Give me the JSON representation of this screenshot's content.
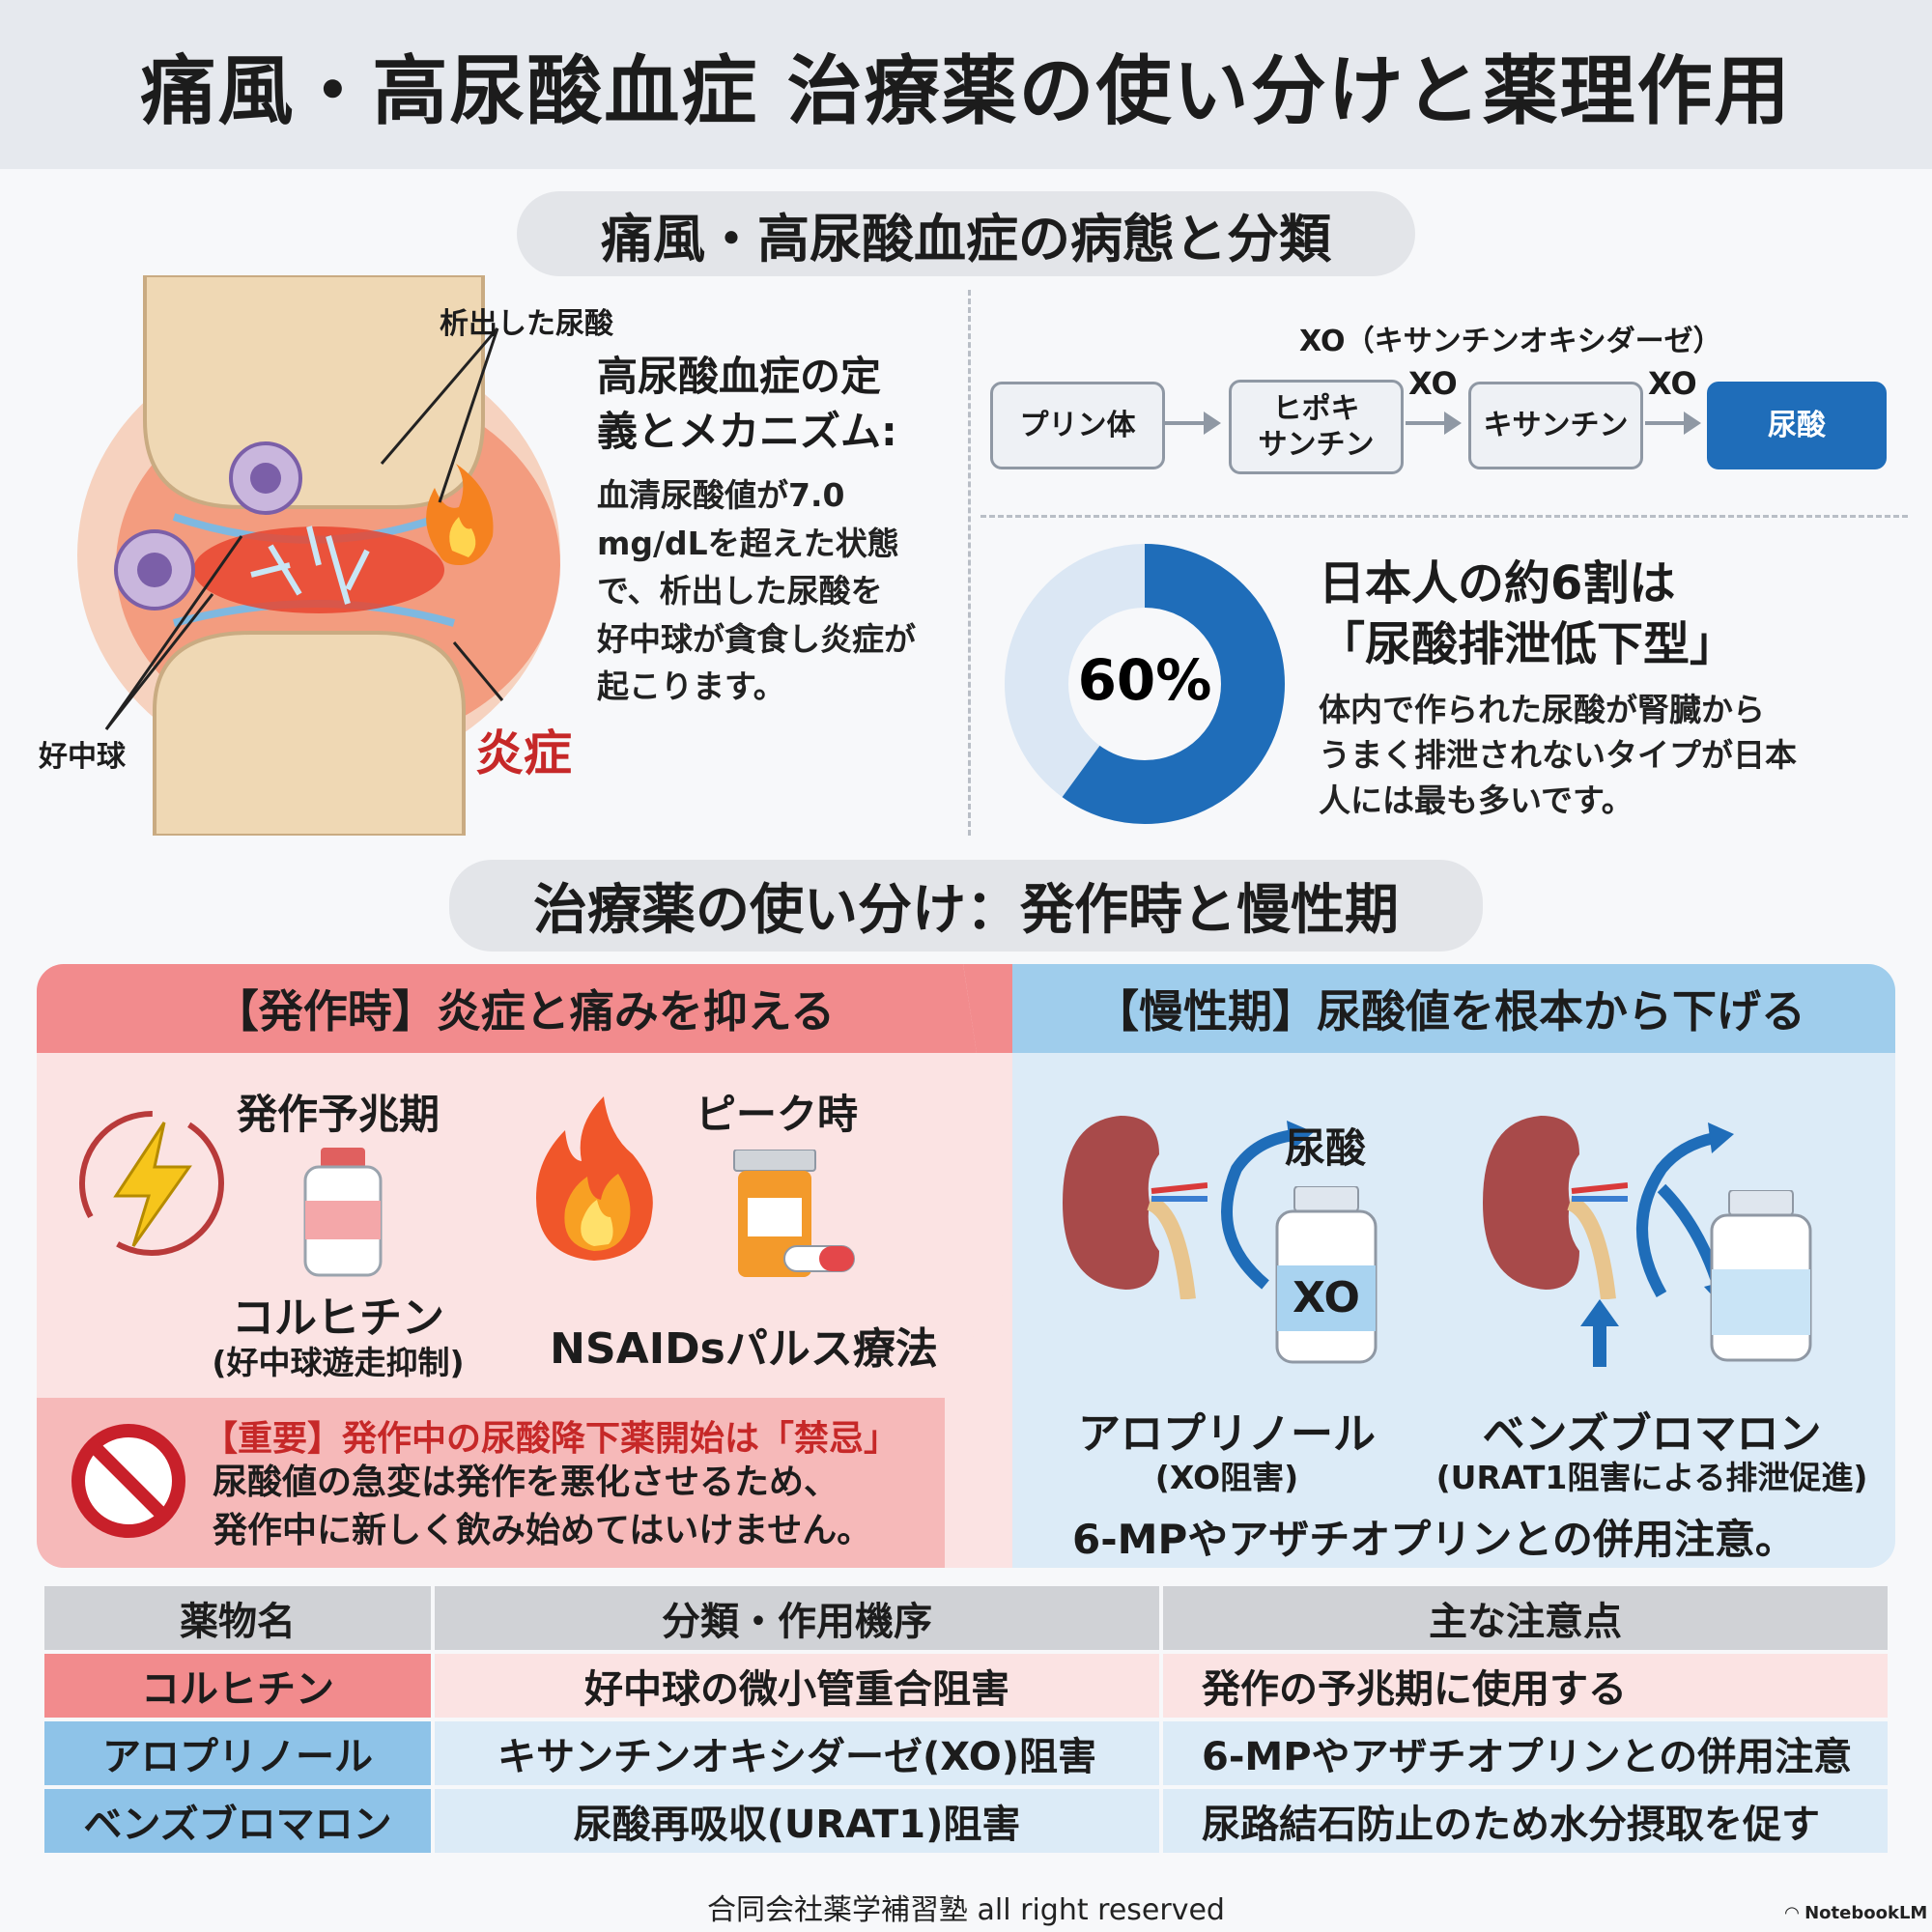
{
  "title": "痛風・高尿酸血症 治療薬の使い分けと薬理作用",
  "section1": {
    "heading": "痛風・高尿酸血症の病態と分類",
    "illustration": {
      "label_crystal": "析出した尿酸",
      "label_neutrophil": "好中球",
      "label_inflammation": "炎症"
    },
    "definition_heading_line1": "高尿酸血症の定",
    "definition_heading_line2": "義とメカニズム:",
    "definition_lines": [
      "血清尿酸値が7.0",
      "mg/dLを超えた状態",
      "で、析出した尿酸を",
      "好中球が貪食し炎症が",
      "起こります。"
    ],
    "pathway": {
      "caption": "XO（キサンチンオキシダーゼ）",
      "step1": "プリン体",
      "step2_line1": "ヒポキ",
      "step2_line2": "サンチン",
      "step3": "キサンチン",
      "step4": "尿酸",
      "enzyme": "XO"
    },
    "stat": {
      "percent_label": "60%",
      "percent_value": 60,
      "headline_line1": "日本人の約6割は",
      "headline_line2": "「尿酸排泄低下型」",
      "body_lines": [
        "体内で作られた尿酸が腎臓から",
        "うまく排泄されないタイプが日本",
        "人には最も多いです。"
      ],
      "colors": {
        "filled": "#1f6db9",
        "remaining": "#dbe7f4"
      }
    }
  },
  "section2": {
    "heading": "治療薬の使い分け：発作時と慢性期",
    "acute": {
      "header": "【発作時】炎症と痛みを抑える",
      "prodrome_label": "発作予兆期",
      "peak_label": "ピーク時",
      "drug1_name": "コルヒチン",
      "drug1_sub": "(好中球遊走抑制)",
      "drug2_name": "NSAIDsパルス療法",
      "warning_title": "【重要】発作中の尿酸降下薬開始は「禁忌」",
      "warning_line1": "尿酸値の急変は発作を悪化させるため、",
      "warning_line2": "発作中に新しく飲み始めてはいけません。"
    },
    "chronic": {
      "header": "【慢性期】尿酸値を根本から下げる",
      "urate_label": "尿酸",
      "bottle_label": "XO",
      "drug1_name": "アロプリノール",
      "drug1_sub": "(XO阻害)",
      "drug2_name": "ベンズブロマロン",
      "drug2_sub": "(URAT1阻害による排泄促進)",
      "note": "6-MPやアザチオプリンとの併用注意。"
    },
    "colors": {
      "acute": "#f28b8d",
      "chronic": "#9fcdec"
    }
  },
  "table": {
    "headers": [
      "薬物名",
      "分類・作用機序",
      "主な注意点"
    ],
    "rows": [
      [
        "コルヒチン",
        "好中球の微小管重合阻害",
        "発作の予兆期に使用する"
      ],
      [
        "アロプリノール",
        "キサンチンオキシダーゼ(XO)阻害",
        "6-MPやアザチオプリンとの併用注意"
      ],
      [
        "ベンズブロマロン",
        "尿酸再吸収(URAT1)阻害",
        "尿路結石防止のため水分摂取を促す"
      ]
    ]
  },
  "footer": "合同会社薬学補習塾 all right reserved",
  "brand": "NotebookLM"
}
